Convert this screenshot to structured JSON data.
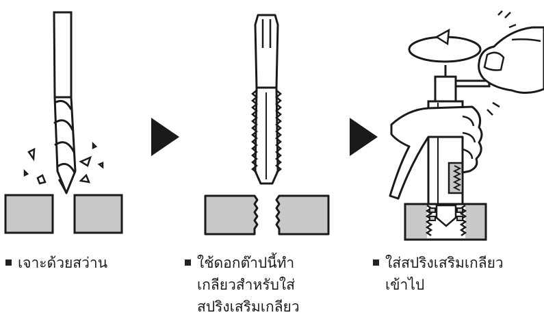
{
  "steps": [
    {
      "lines": [
        "เจาะด้วยสว่าน"
      ],
      "icon": "drill-bit-icon"
    },
    {
      "lines": [
        "ใช้ดอกต๊าปนี้ทำ",
        "เกลียวสำหรับใส่",
        "สปริงเสริมเกลียว"
      ],
      "icon": "tap-tool-icon"
    },
    {
      "lines": [
        "ใส่สปริงเสริมเกลียว",
        "เข้าไป"
      ],
      "icon": "insert-tool-icon"
    }
  ],
  "colors": {
    "line": "#1a1a1a",
    "material": "#c8c8c8",
    "arrow": "#1a1a1a",
    "bullet": "#222222"
  }
}
